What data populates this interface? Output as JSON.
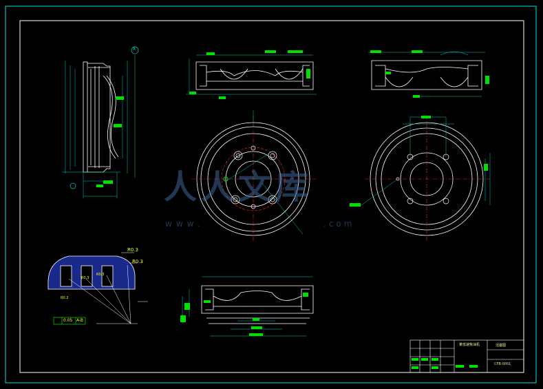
{
  "watermark": {
    "text_main": "人人文库",
    "text_url_left": "www.",
    "text_url_right": ".com"
  },
  "annotations": {
    "roughness_1": "R0.3",
    "roughness_2": "R0.3",
    "roughness_3": "R0.3",
    "roughness_4": "R0.3",
    "roughness_5": "R0.2",
    "tolerance_value": "0.05",
    "tolerance_datum": "A-B",
    "datum_a": "A"
  },
  "title_block": {
    "drawing_title": "某低速柴油机",
    "part_name": "活塞图",
    "drawing_no": "CFB-0001"
  },
  "colors": {
    "frame": "#00e5e5",
    "outline": "#ffffff",
    "dimension": "#00c8c8",
    "label_fill": "#00e000",
    "center_line": "#ff2020",
    "hatch": "#2040ff",
    "note_text": "#ffff00"
  }
}
